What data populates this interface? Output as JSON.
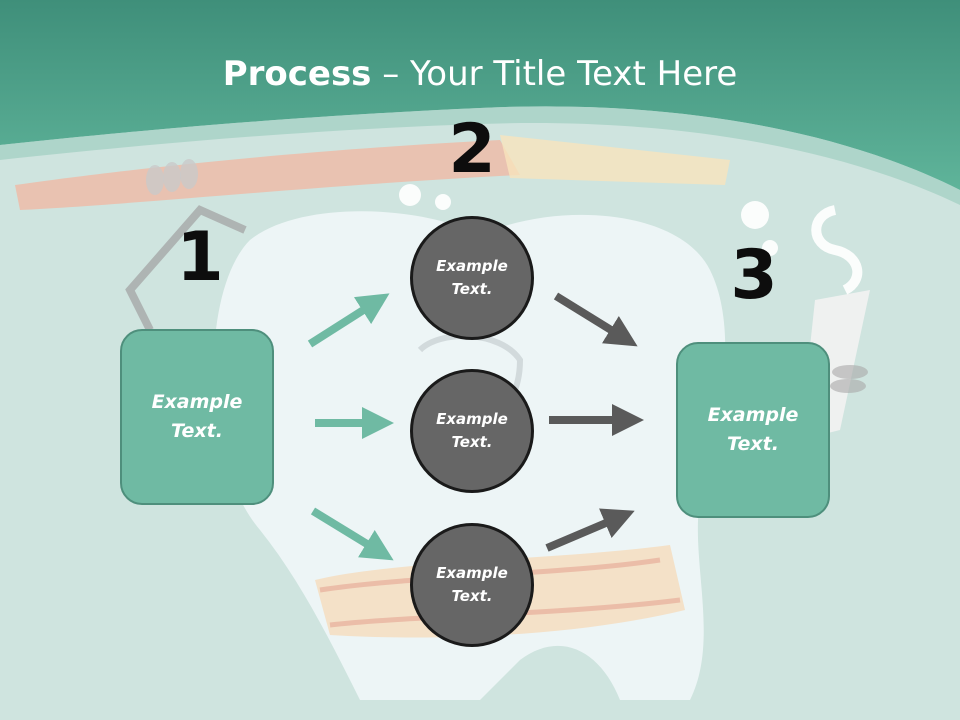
{
  "title": {
    "bold": "Process",
    "rest": " – Your Title Text Here"
  },
  "steps": [
    {
      "number": "1",
      "line1": "Example",
      "line2": "Text."
    },
    {
      "number": "2",
      "line1": "Example",
      "line2": "Text."
    },
    {
      "number": "3",
      "line1": "Example",
      "line2": "Text."
    }
  ],
  "circles": [
    {
      "line1": "Example",
      "line2": "Text."
    },
    {
      "line1": "Example",
      "line2": "Text."
    },
    {
      "line1": "Example",
      "line2": "Text."
    }
  ],
  "colors": {
    "header_teal": "#4fa58c",
    "box_fill": "#6fbaa3",
    "circle_fill": "#666666",
    "arrow_teal": "#6fbaa3",
    "arrow_gray": "#5a5a5a"
  }
}
